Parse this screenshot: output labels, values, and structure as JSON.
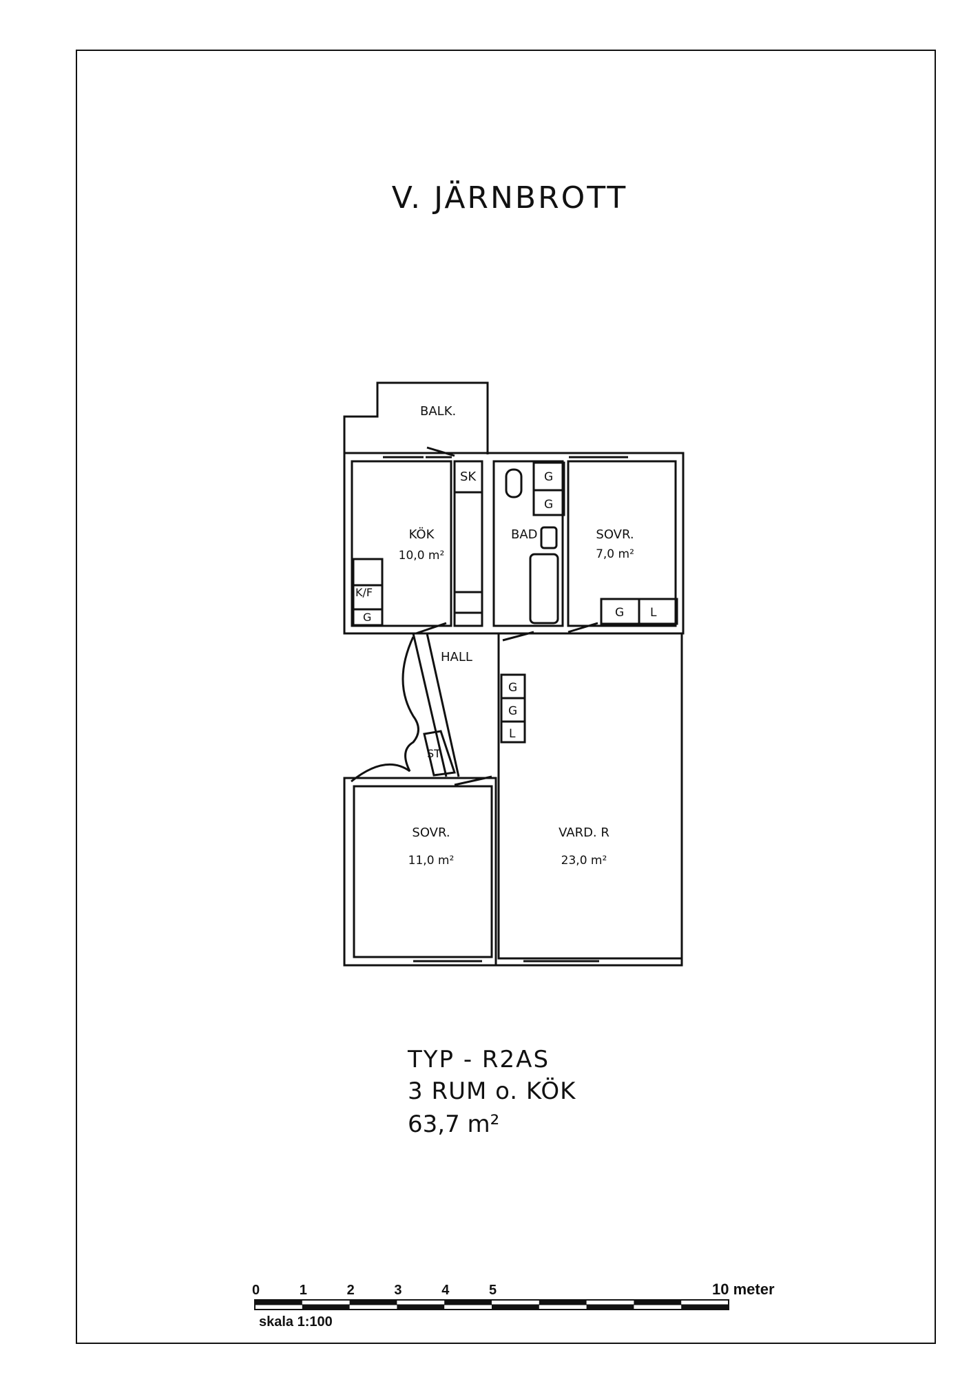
{
  "title": "V. JÄRNBROTT",
  "rooms": {
    "balcony": "BALK.",
    "closet": "SK",
    "kitchen_name": "KÖK",
    "kitchen_area": "10,0 m²",
    "bath": "BAD",
    "bedroom_small_name": "SOVR.",
    "bedroom_small_area": "7,0 m²",
    "hall": "HALL",
    "storage": "ST",
    "bedroom_large_name": "SOVR.",
    "bedroom_large_area": "11,0 m²",
    "living_name": "VARD. R",
    "living_area": "23,0 m²"
  },
  "fixtures": {
    "fridge_freezer": "K/F",
    "wardrobe": "G",
    "linen": "L"
  },
  "summary": {
    "type": "TYP - R2AS",
    "rooms": "3 RUM  o. KÖK",
    "area": "63,7 m²"
  },
  "scale_bar": {
    "ticks": [
      "0",
      "1",
      "2",
      "3",
      "4",
      "5"
    ],
    "end_label": "10 meter",
    "caption": "skala 1:100"
  }
}
